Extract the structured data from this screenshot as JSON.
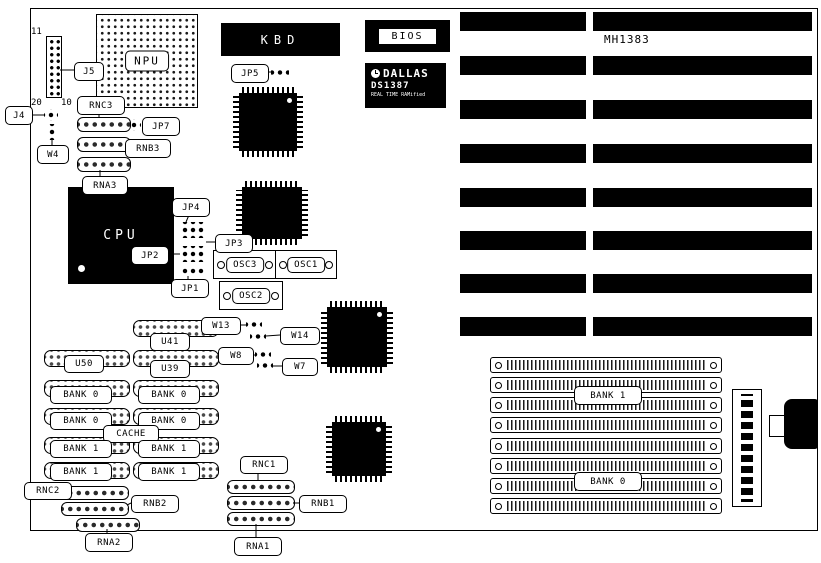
{
  "board": {
    "model": "MH1383",
    "pin_top": "11",
    "pin_left": "20",
    "pin_right": "10"
  },
  "chips": {
    "npu": "NPU",
    "cpu": "CPU",
    "kbd": "KBD",
    "bios": "BIOS"
  },
  "dallas": {
    "brand": "DALLAS",
    "part": "DS1387",
    "tagline": "REAL TIME RAMified"
  },
  "labels": {
    "j5": "J5",
    "j4": "J4",
    "w4": "W4",
    "rnc3": "RNC3",
    "rnb3": "RNB3",
    "rna3": "RNA3",
    "jp7": "JP7",
    "jp5": "JP5",
    "jp4": "JP4",
    "jp3": "JP3",
    "jp2": "JP2",
    "jp1": "JP1",
    "osc1": "OSC1",
    "osc2": "OSC2",
    "osc3": "OSC3",
    "w13": "W13",
    "w14": "W14",
    "w8": "W8",
    "w7": "W7",
    "u41": "U41",
    "u50": "U50",
    "u39": "U39",
    "cache": "CACHE",
    "bank0": "BANK 0",
    "bank1": "BANK 1",
    "rnc1": "RNC1",
    "rnb1": "RNB1",
    "rna1": "RNA1",
    "rnc2": "RNC2",
    "rnb2": "RNB2",
    "rna2": "RNA2"
  },
  "colors": {
    "ink": "#000000",
    "paper": "#ffffff"
  }
}
